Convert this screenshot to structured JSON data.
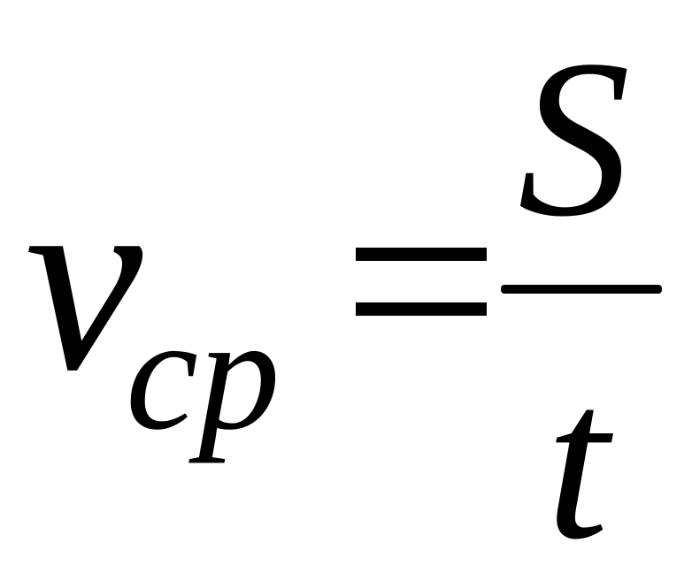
{
  "formula": {
    "lhs_symbol": "v",
    "lhs_subscript": "cp",
    "operator": "=",
    "numerator": "S",
    "denominator": "t"
  },
  "colors": {
    "text": "#000000",
    "background": "#ffffff"
  }
}
